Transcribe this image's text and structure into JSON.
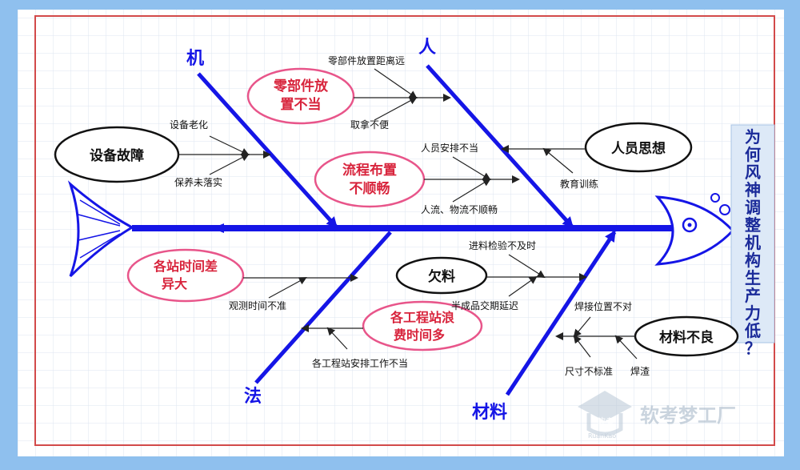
{
  "categories": {
    "machine": "机",
    "person": "人",
    "method": "法",
    "material": "材料"
  },
  "effect": "为何风神调整机构生产力低？",
  "causes": {
    "equipment_failure": "设备故障",
    "equipment_aging": "设备老化",
    "maintenance_lax": "保养未落实",
    "parts_placement": [
      "零部件放",
      "置不当"
    ],
    "parts_distance": "零部件放置距离远",
    "hard_to_take": "取拿不便",
    "flow_layout": [
      "流程布置",
      "不顺畅"
    ],
    "staffing": "人员安排不当",
    "people_flow": "人流、物流不顺畅",
    "mindset": "人员思想",
    "training": "教育训练",
    "station_time_diff": [
      "各站时间差",
      "异大"
    ],
    "observe_time": "观测时间不准",
    "station_waste": [
      "各工程站浪",
      "费时间多"
    ],
    "station_arrange": "各工程站安排工作不当",
    "shortage": "欠料",
    "incoming_check": "进料检验不及时",
    "semi_delay": "半成品交期延迟",
    "material_bad": "材料不良",
    "weld_position": "焊接位置不对",
    "size_out": "尺寸不标准",
    "weld_slag": "焊渣"
  },
  "watermark": {
    "brand": "软考梦工厂",
    "logo_text": "软考",
    "logo_sub": "RuanKao"
  },
  "colors": {
    "spine": "#1515e6",
    "pink_oval": "#e8558a",
    "red_frame": "#d24a4a",
    "board_bg": "#ffffff",
    "outer_bg": "#8fc0ee"
  }
}
